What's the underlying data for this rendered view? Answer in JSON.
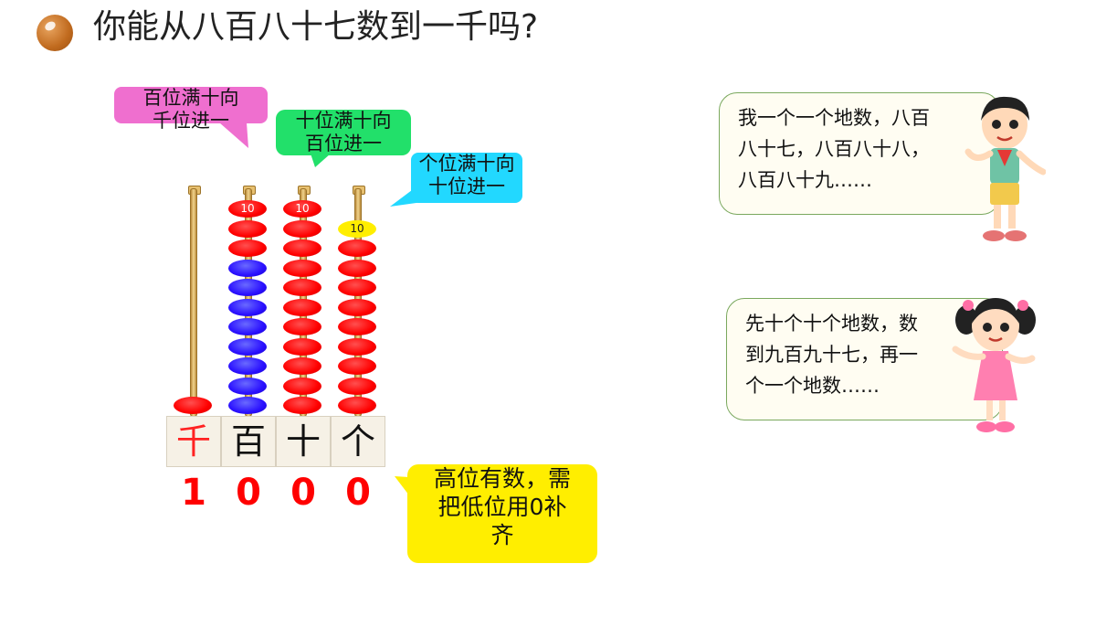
{
  "slide": {
    "title": "你能从八百八十七数到一千吗?"
  },
  "callouts": {
    "hundreds_carry": [
      "百位满十向",
      "千位进一"
    ],
    "tens_carry": [
      "十位满十向",
      "百位进一"
    ],
    "ones_carry": [
      "个位满十向",
      "十位进一"
    ],
    "zero_fill_hint": [
      "高位有数，需",
      "把低位用0补",
      "齐"
    ]
  },
  "abacus": {
    "columns": [
      {
        "place": "千",
        "digit": "1",
        "beads_red": 1,
        "beads_blue": 0
      },
      {
        "place": "百",
        "digit": "0",
        "beads_red": 2,
        "beads_blue": 8,
        "top_label": "10"
      },
      {
        "place": "十",
        "digit": "0",
        "beads_red": 10,
        "beads_blue": 0,
        "top_label": "10"
      },
      {
        "place": "个",
        "digit": "0",
        "beads_red": 9,
        "beads_blue": 0,
        "top_label": "10",
        "top_bead_color": "#ffee00"
      }
    ],
    "colors": {
      "red": "#ff0000",
      "blue": "#2a10ff",
      "yellow": "#ffee00"
    }
  },
  "dialogues": {
    "boy": [
      "我一个一个地数，八百",
      "八十七，八百八十八，",
      "八百八十九……"
    ],
    "girl": [
      "先十个十个地数，数",
      "到九百九十七，再一",
      "个一个地数……"
    ]
  }
}
